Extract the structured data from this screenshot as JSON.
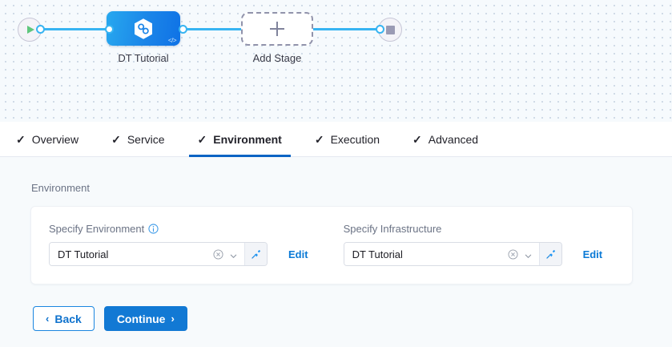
{
  "pipeline": {
    "start_node": {
      "name": "start-node",
      "icon": "play-icon"
    },
    "end_node": {
      "name": "end-node",
      "icon": "stop-icon"
    },
    "stage": {
      "label": "DT Tutorial",
      "icon": "harness-hexagon-icon",
      "badge_icon": "code-icon",
      "gradient_from": "#27a8ef",
      "gradient_to": "#0f72e6"
    },
    "add_stage": {
      "label": "Add Stage",
      "icon": "plus-icon"
    },
    "edge_color": "#37b4f2"
  },
  "tabs": [
    {
      "label": "Overview",
      "icon": "check-icon",
      "active": false
    },
    {
      "label": "Service",
      "icon": "check-icon",
      "active": false
    },
    {
      "label": "Environment",
      "icon": "check-icon",
      "active": true
    },
    {
      "label": "Execution",
      "icon": "check-icon",
      "active": false
    },
    {
      "label": "Advanced",
      "icon": "check-icon",
      "active": false
    }
  ],
  "active_tab_underline_color": "#0b64c4",
  "content": {
    "section_title": "Environment",
    "fields": [
      {
        "label": "Specify Environment",
        "has_info_icon": true,
        "value": "DT Tutorial",
        "clear_icon": "clear-circle-icon",
        "chevron_icon": "chevron-down-icon",
        "pin_icon": "pin-icon",
        "edit_label": "Edit"
      },
      {
        "label": "Specify Infrastructure",
        "has_info_icon": false,
        "value": "DT Tutorial",
        "clear_icon": "clear-circle-icon",
        "chevron_icon": "chevron-down-icon",
        "pin_icon": "pin-icon",
        "edit_label": "Edit"
      }
    ]
  },
  "footer": {
    "back_label": "Back",
    "back_chevron": "‹",
    "continue_label": "Continue",
    "continue_chevron": "›",
    "primary_color": "#1279d4",
    "link_color": "#0b7ad6"
  }
}
